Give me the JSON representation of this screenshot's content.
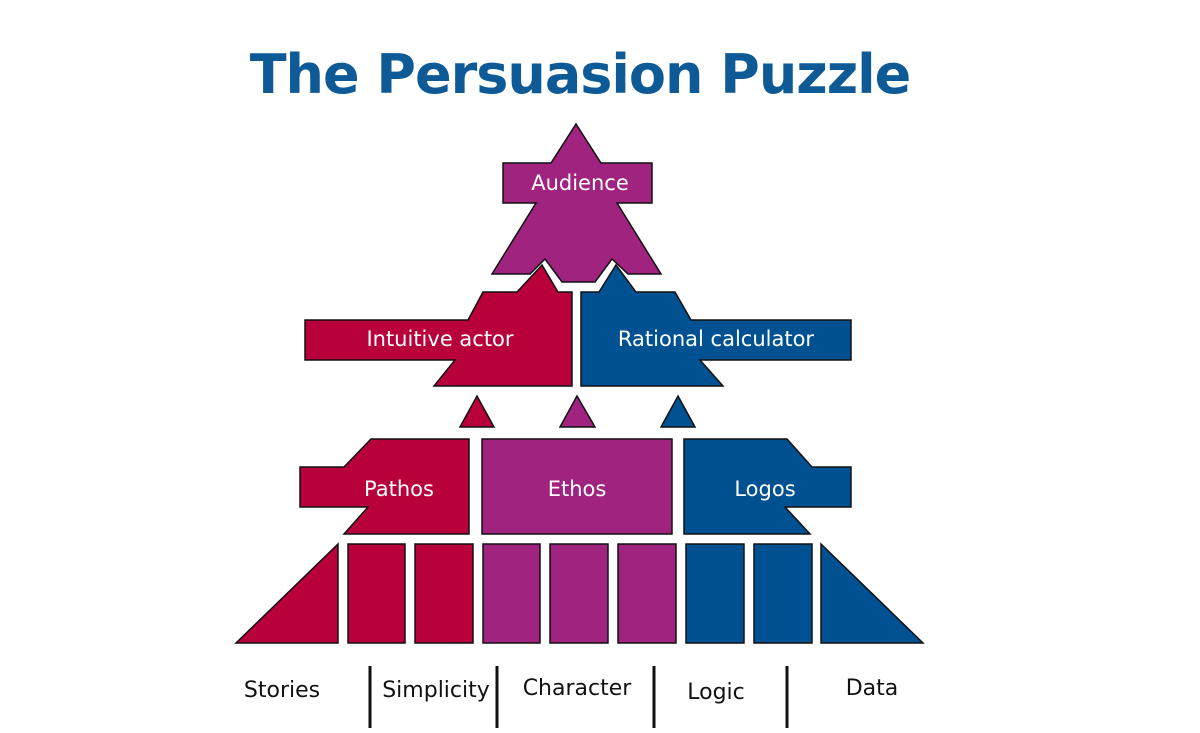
{
  "title": "The Persuasion Puzzle",
  "colors": {
    "title": "#0d5a96",
    "pathos": "#b8003a",
    "ethos": "#a0237f",
    "logos": "#005191",
    "outline": "#111111",
    "divider": "#111111"
  },
  "nodes": {
    "audience": "Audience",
    "intuitive": "Intuitive actor",
    "rational": "Rational calculator",
    "pathos": "Pathos",
    "ethos": "Ethos",
    "logos": "Logos"
  },
  "base_labels": [
    "Stories",
    "Simplicity",
    "Character",
    "Logic",
    "Data"
  ]
}
